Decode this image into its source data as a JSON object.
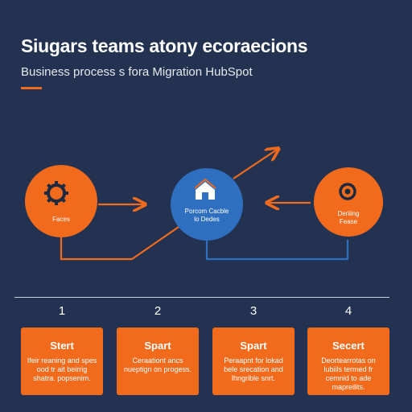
{
  "header": {
    "title": "Siugars teams atony ecoraecions",
    "subtitle": "Business process s fora Migration HubSpot"
  },
  "colors": {
    "background": "#223250",
    "accent": "#f26b1d",
    "blue": "#2f6fc0"
  },
  "nodes": [
    {
      "label": "Faces",
      "icon": "gear-icon"
    },
    {
      "label": "Porcom Cacble\nlo Dedes",
      "icon": "home-icon"
    },
    {
      "label": "Deriiing\nFease",
      "icon": "cog-icon"
    }
  ],
  "steps": [
    {
      "number": "1",
      "title": "Stert",
      "body": "Ifeir reaning and spes ood tr ait beirrig shatra. popsenim."
    },
    {
      "number": "2",
      "title": "Spart",
      "body": "Ceraationt ancs nueptign on progess."
    },
    {
      "number": "3",
      "title": "Spart",
      "body": "Peraapnt for lokad bele srecation and lhngrible snrt."
    },
    {
      "number": "4",
      "title": "Secert",
      "body": "Deortearrotas on lubiils termed fr cemnid to ade mapreilits."
    }
  ]
}
